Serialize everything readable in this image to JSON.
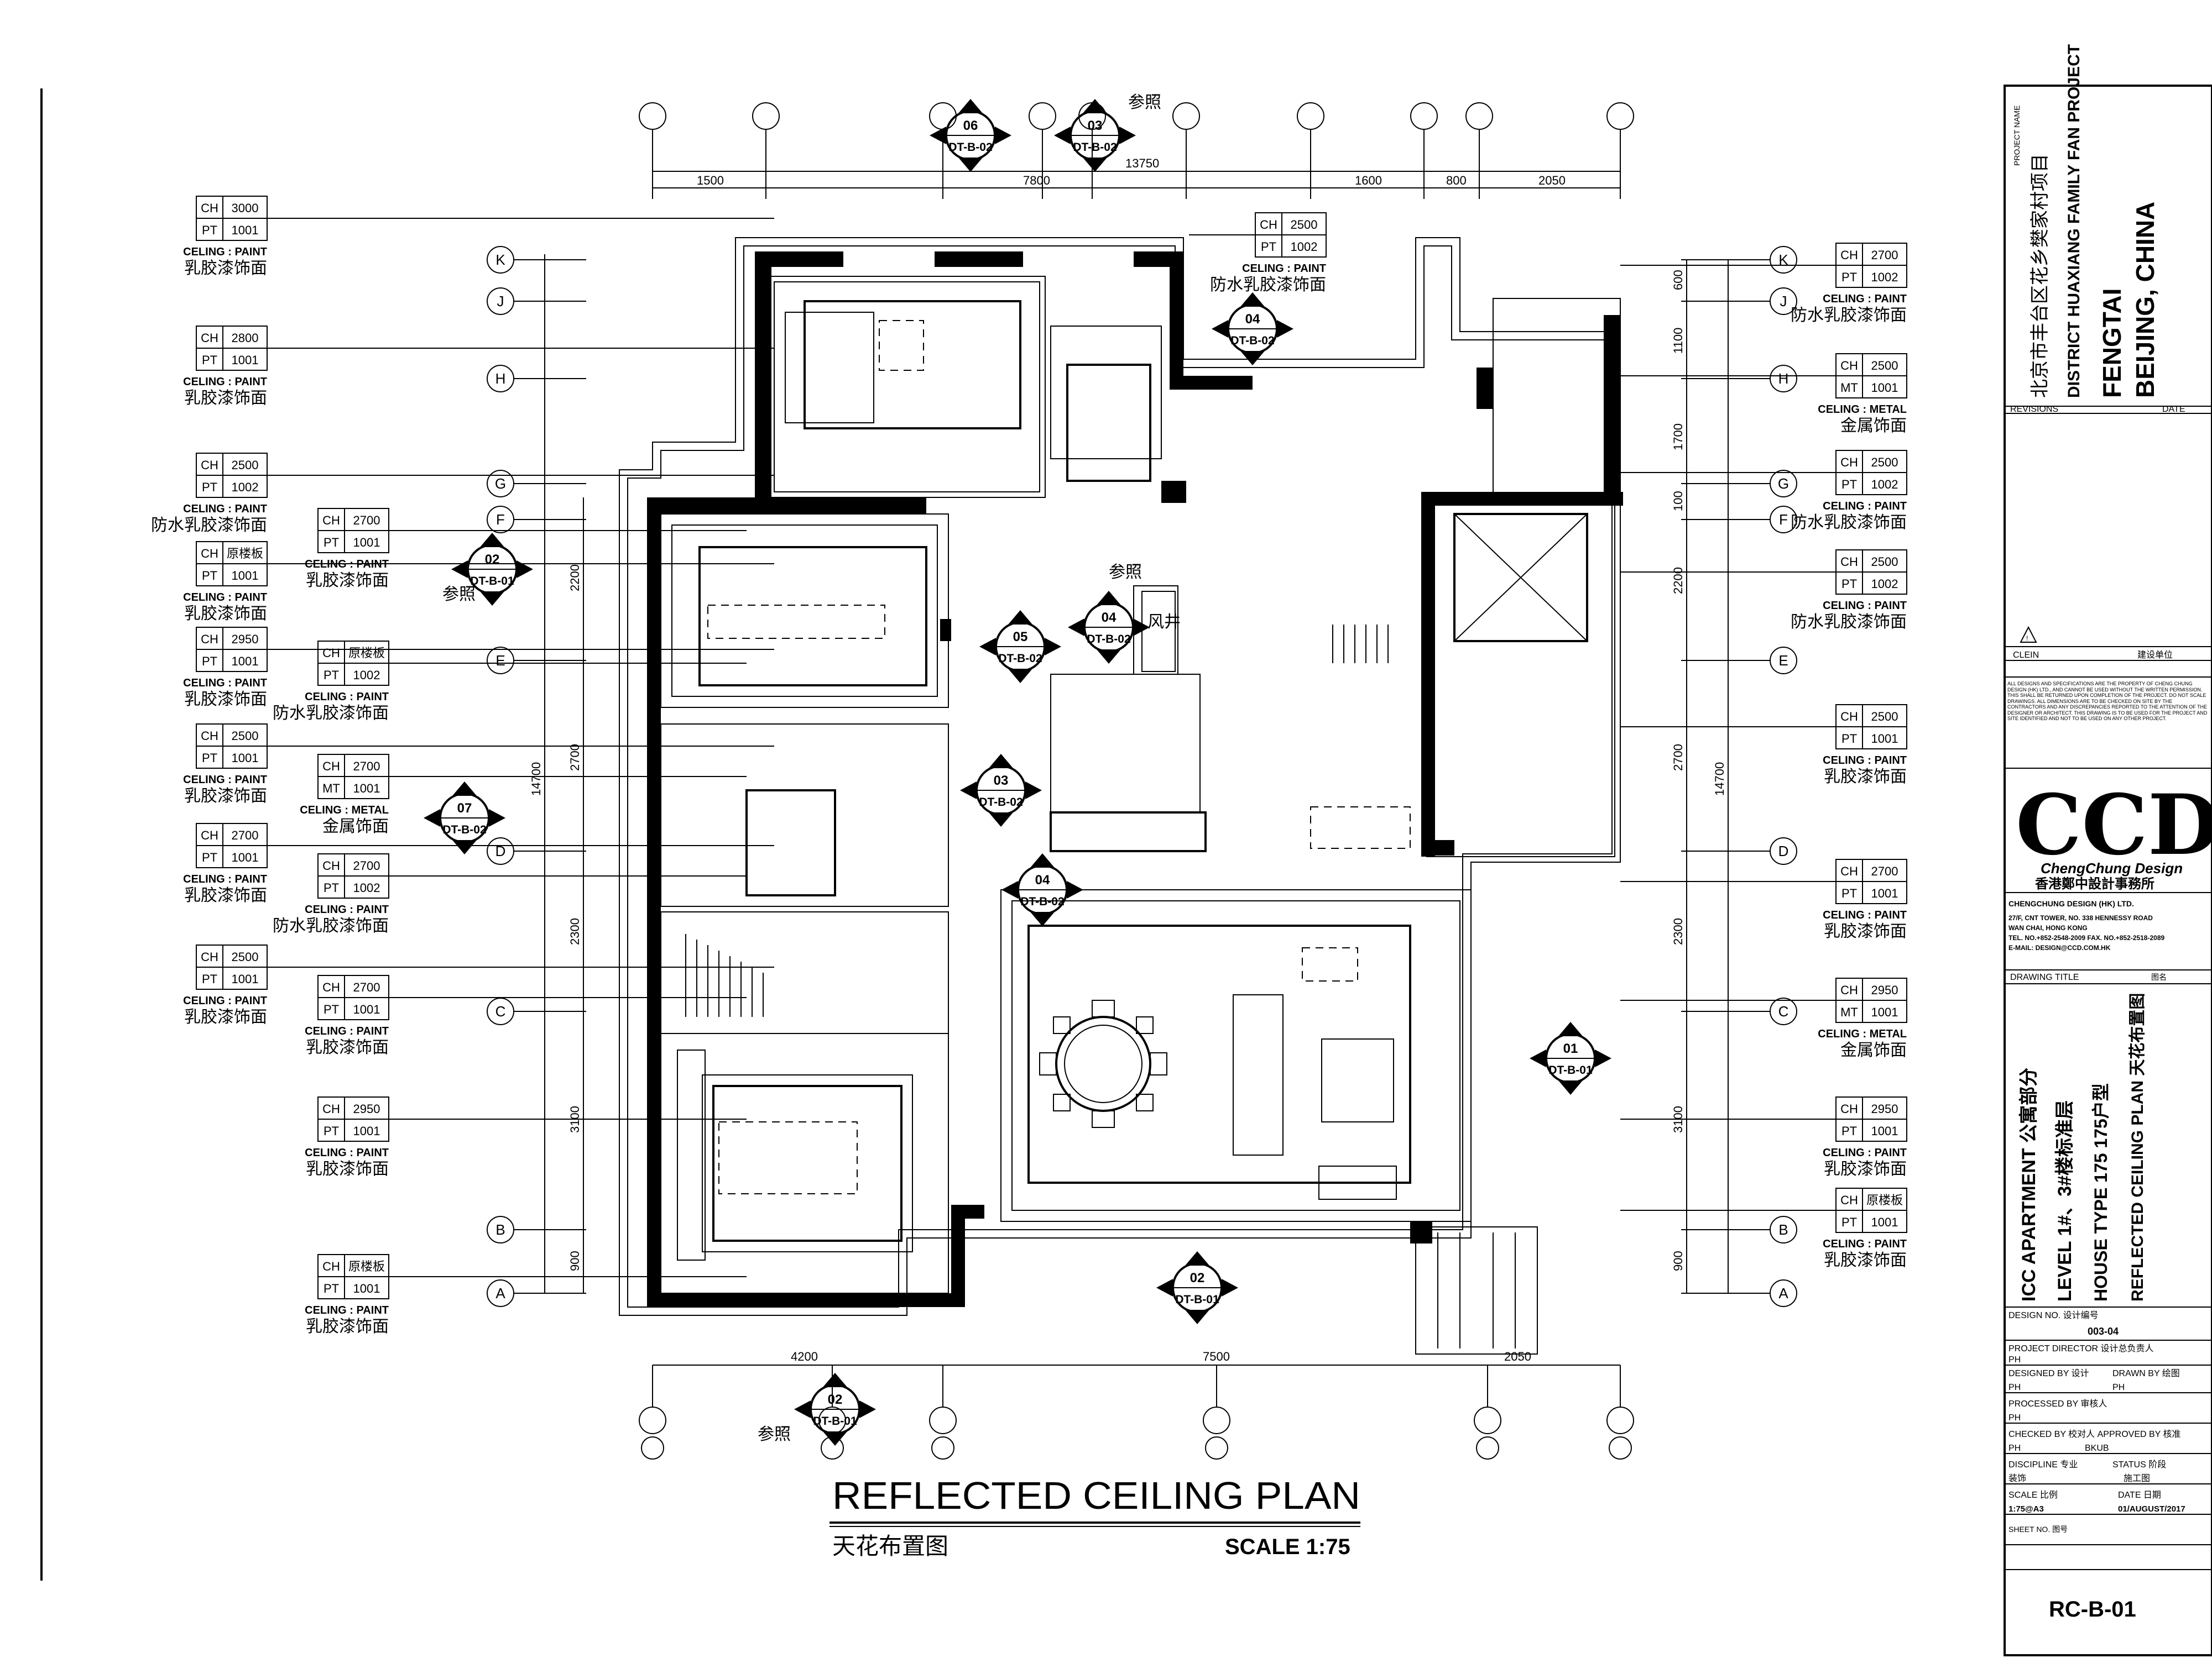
{
  "title_block": {
    "project_name_label": "PROJECT NAME",
    "project_cn": "北京市丰台区花乡樊家村项目",
    "project_en": "DISTRICT HUAXIANG FAMILY FAN PROJECT",
    "location1": "FENGTAI",
    "location2": "BEIJING, CHINA",
    "revisions": "REVISIONS",
    "date": "DATE",
    "client": "CLEIN",
    "client_cn": "建设单位",
    "disclaimer": "ALL DESIGNS AND SPECIFICATIONS ARE THE PROPERTY OF CHENG CHUNG DESIGN (HK) LTD., AND CANNOT BE USED WITHOUT THE WRITTEN PERMISSION. THIS SHALL BE RETURNED UPON COMPLETION OF THE PROJECT. DO NOT SCALE DRAWINGS. ALL DIMENSIONS ARE TO BE CHECKED ON SITE BY THE CONTRACTORS AND ANY DISCREPANCIES REPORTED TO THE ATTENTION OF THE DESIGNER OR ARCHITECT. THIS DRAWING IS TO BE USED FOR THE PROJECT AND SITE IDENTIFIED AND NOT TO BE USED ON ANY OTHER PROJECT.",
    "logo": "CCD",
    "logo_sub": "ChengChung Design",
    "logo_cn": "香港鄭中設計事務所",
    "company": "CHENGCHUNG DESIGN (HK) LTD.",
    "address1": "27/F, CNT TOWER, NO. 338 HENNESSY ROAD",
    "address2": "WAN CHAI, HONG KONG",
    "tel": "TEL. NO.+852-2548-2009  FAX. NO.+852-2518-2089",
    "email": "E-MAIL: DESIGN@CCD.COM.HK",
    "drawing_title_label": "DRAWING TITLE",
    "drawing_title_cn": "图名",
    "dt_line1": "ICC APARTMENT  公寓部分",
    "dt_line2": "LEVEL  1#、3#楼标准层",
    "dt_line3": "HOUSE TYPE 175    175户型",
    "dt_line4": "REFLECTED CEILING  PLAN 天花布置图",
    "design_no_label": "DESIGN NO. 设计编号",
    "design_no": "003-04",
    "project_director": "PROJECT DIRECTOR 设计总负责人",
    "pd_value": "PH",
    "designed_by": "DESIGNED BY 设计",
    "drawn_by": "DRAWN BY 绘图",
    "db_value": "PH",
    "dr_value": "PH",
    "processed_by": "PROCESSED BY 审核人",
    "pb_value": "PH",
    "checked_by": "CHECKED BY 校对人 APPROVED BY 核准",
    "cb_value": "PH",
    "ab_value": "BKUB",
    "discipline": "DISCIPLINE 专业",
    "discipline_value": "装饰",
    "status": "STATUS 阶段",
    "status_value": "施工图",
    "scale_label": "SCALE 比例",
    "scale_value": "1:75@A3",
    "date_label": "DATE 日期",
    "date_value": "01/AUGUST/2017",
    "sheet_no_label": "SHEET NO. 图号",
    "sheet_no": "RC-B-01"
  },
  "main_title": "REFLECTED CEILING  PLAN",
  "main_title_cn": "天花布置图",
  "main_scale": "SCALE 1:75",
  "top_dims": [
    "1500",
    "7800",
    "1600",
    "800",
    "2050"
  ],
  "top_total": "13750",
  "bottom_dims": [
    "4200",
    "7500",
    "2050"
  ],
  "left_dims": [
    "2200",
    "2700",
    "2300",
    "3100",
    "900"
  ],
  "right_dims": [
    "600",
    "1100",
    "1700",
    "100",
    "2200",
    "2700",
    "2300",
    "3100",
    "900"
  ],
  "vertical_total": "14700",
  "grid_rows": [
    "K",
    "J",
    "H",
    "G",
    "F",
    "E",
    "D",
    "C",
    "B",
    "A"
  ],
  "ref_cn": "参照",
  "shaft_label": "风井",
  "ceiling_tags_left": [
    {
      "ch": "3000",
      "pt_label": "PT",
      "pt": "1001",
      "spec": "CELING : PAINT",
      "cn": "乳胶漆饰面"
    },
    {
      "ch": "2800",
      "pt_label": "PT",
      "pt": "1001",
      "spec": "CELING : PAINT",
      "cn": "乳胶漆饰面"
    },
    {
      "ch": "2500",
      "pt_label": "PT",
      "pt": "1002",
      "spec": "CELING : PAINT",
      "cn": "防水乳胶漆饰面"
    },
    {
      "ch": "原楼板",
      "pt_label": "PT",
      "pt": "1001",
      "spec": "CELING : PAINT",
      "cn": "乳胶漆饰面"
    },
    {
      "ch": "2950",
      "pt_label": "PT",
      "pt": "1001",
      "spec": "CELING : PAINT",
      "cn": "乳胶漆饰面"
    },
    {
      "ch": "2500",
      "pt_label": "PT",
      "pt": "1001",
      "spec": "CELING : PAINT",
      "cn": "乳胶漆饰面"
    },
    {
      "ch": "2700",
      "pt_label": "PT",
      "pt": "1001",
      "spec": "CELING : PAINT",
      "cn": "乳胶漆饰面"
    },
    {
      "ch": "2500",
      "pt_label": "PT",
      "pt": "1001",
      "spec": "CELING : PAINT",
      "cn": "乳胶漆饰面"
    }
  ],
  "ceiling_tags_mid": [
    {
      "ch": "2700",
      "pt_label": "PT",
      "pt": "1001",
      "spec": "CELING : PAINT",
      "cn": "乳胶漆饰面"
    },
    {
      "ch": "原楼板",
      "pt_label": "PT",
      "pt": "1002",
      "spec": "CELING : PAINT",
      "cn": "防水乳胶漆饰面"
    },
    {
      "ch": "2700",
      "pt_label": "MT",
      "pt": "1001",
      "spec": "CELING : METAL",
      "cn": "金属饰面"
    },
    {
      "ch": "2700",
      "pt_label": "PT",
      "pt": "1002",
      "spec": "CELING : PAINT",
      "cn": "防水乳胶漆饰面"
    },
    {
      "ch": "2700",
      "pt_label": "PT",
      "pt": "1001",
      "spec": "CELING : PAINT",
      "cn": "乳胶漆饰面"
    },
    {
      "ch": "2950",
      "pt_label": "PT",
      "pt": "1001",
      "spec": "CELING : PAINT",
      "cn": "乳胶漆饰面"
    },
    {
      "ch": "原楼板",
      "pt_label": "PT",
      "pt": "1001",
      "spec": "CELING : PAINT",
      "cn": "乳胶漆饰面"
    }
  ],
  "ceiling_tag_top": {
    "ch": "2500",
    "pt_label": "PT",
    "pt": "1002",
    "spec": "CELING : PAINT",
    "cn": "防水乳胶漆饰面"
  },
  "ceiling_tags_right": [
    {
      "ch": "2700",
      "pt_label": "PT",
      "pt": "1002",
      "spec": "CELING : PAINT",
      "cn": "防水乳胶漆饰面"
    },
    {
      "ch": "2500",
      "pt_label": "MT",
      "pt": "1001",
      "spec": "CELING : METAL",
      "cn": "金属饰面"
    },
    {
      "ch": "2500",
      "pt_label": "PT",
      "pt": "1002",
      "spec": "CELING : PAINT",
      "cn": "防水乳胶漆饰面"
    },
    {
      "ch": "2500",
      "pt_label": "PT",
      "pt": "1002",
      "spec": "CELING : PAINT",
      "cn": "防水乳胶漆饰面"
    },
    {
      "ch": "2500",
      "pt_label": "PT",
      "pt": "1001",
      "spec": "CELING : PAINT",
      "cn": "乳胶漆饰面"
    },
    {
      "ch": "2700",
      "pt_label": "PT",
      "pt": "1001",
      "spec": "CELING : PAINT",
      "cn": "乳胶漆饰面"
    },
    {
      "ch": "2950",
      "pt_label": "MT",
      "pt": "1001",
      "spec": "CELING : METAL",
      "cn": "金属饰面"
    },
    {
      "ch": "2950",
      "pt_label": "PT",
      "pt": "1001",
      "spec": "CELING : PAINT",
      "cn": "乳胶漆饰面"
    },
    {
      "ch": "原楼板",
      "pt_label": "PT",
      "pt": "1001",
      "spec": "CELING : PAINT",
      "cn": "乳胶漆饰面"
    }
  ],
  "section_markers": [
    {
      "num": "06",
      "ref": "DT-B-02"
    },
    {
      "num": "03",
      "ref": "DT-B-02"
    },
    {
      "num": "04",
      "ref": "DT-B-02"
    },
    {
      "num": "02",
      "ref": "DT-B-01"
    },
    {
      "num": "05",
      "ref": "DT-B-02"
    },
    {
      "num": "04",
      "ref": "DT-B-02"
    },
    {
      "num": "03",
      "ref": "DT-B-02"
    },
    {
      "num": "07",
      "ref": "DT-B-02"
    },
    {
      "num": "04",
      "ref": "DT-B-02"
    },
    {
      "num": "01",
      "ref": "DT-B-01"
    },
    {
      "num": "02",
      "ref": "DT-B-01"
    },
    {
      "num": "02",
      "ref": "DT-B-01"
    }
  ]
}
